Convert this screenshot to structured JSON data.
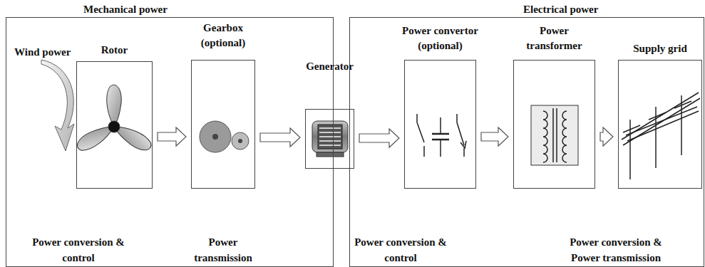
{
  "diagram": {
    "nodes": [
      {
        "text": [
          "Mechanical power"
        ]
      },
      {
        "text": [
          "Electrical power"
        ]
      },
      {
        "text": [
          "Rotor"
        ],
        "in": 0
      },
      {
        "text": [
          "Gearbox (optional)"
        ],
        "in": 0
      },
      {
        "text": [
          "Generator"
        ]
      },
      {
        "text": [
          "Power convertor (optional)"
        ],
        "in": 1
      },
      {
        "text": [
          "Power transformer"
        ],
        "in": 1
      },
      {
        "text": [
          "Supply grid"
        ],
        "in": 1
      }
    ],
    "edges": [
      {
        "from": 2,
        "to": 3,
        "arrow": "to"
      },
      {
        "from": 3,
        "to": 4,
        "arrow": "to"
      },
      {
        "from": 4,
        "to": 5,
        "arrow": "to"
      },
      {
        "from": 5,
        "to": 6,
        "arrow": "to"
      },
      {
        "from": 6,
        "to": 7,
        "arrow": "to"
      }
    ],
    "labels": [
      "Wind power",
      "Power conversion & control",
      "Power transmission",
      "Power conversion & control",
      "Power conversion & Power transmission"
    ]
  }
}
